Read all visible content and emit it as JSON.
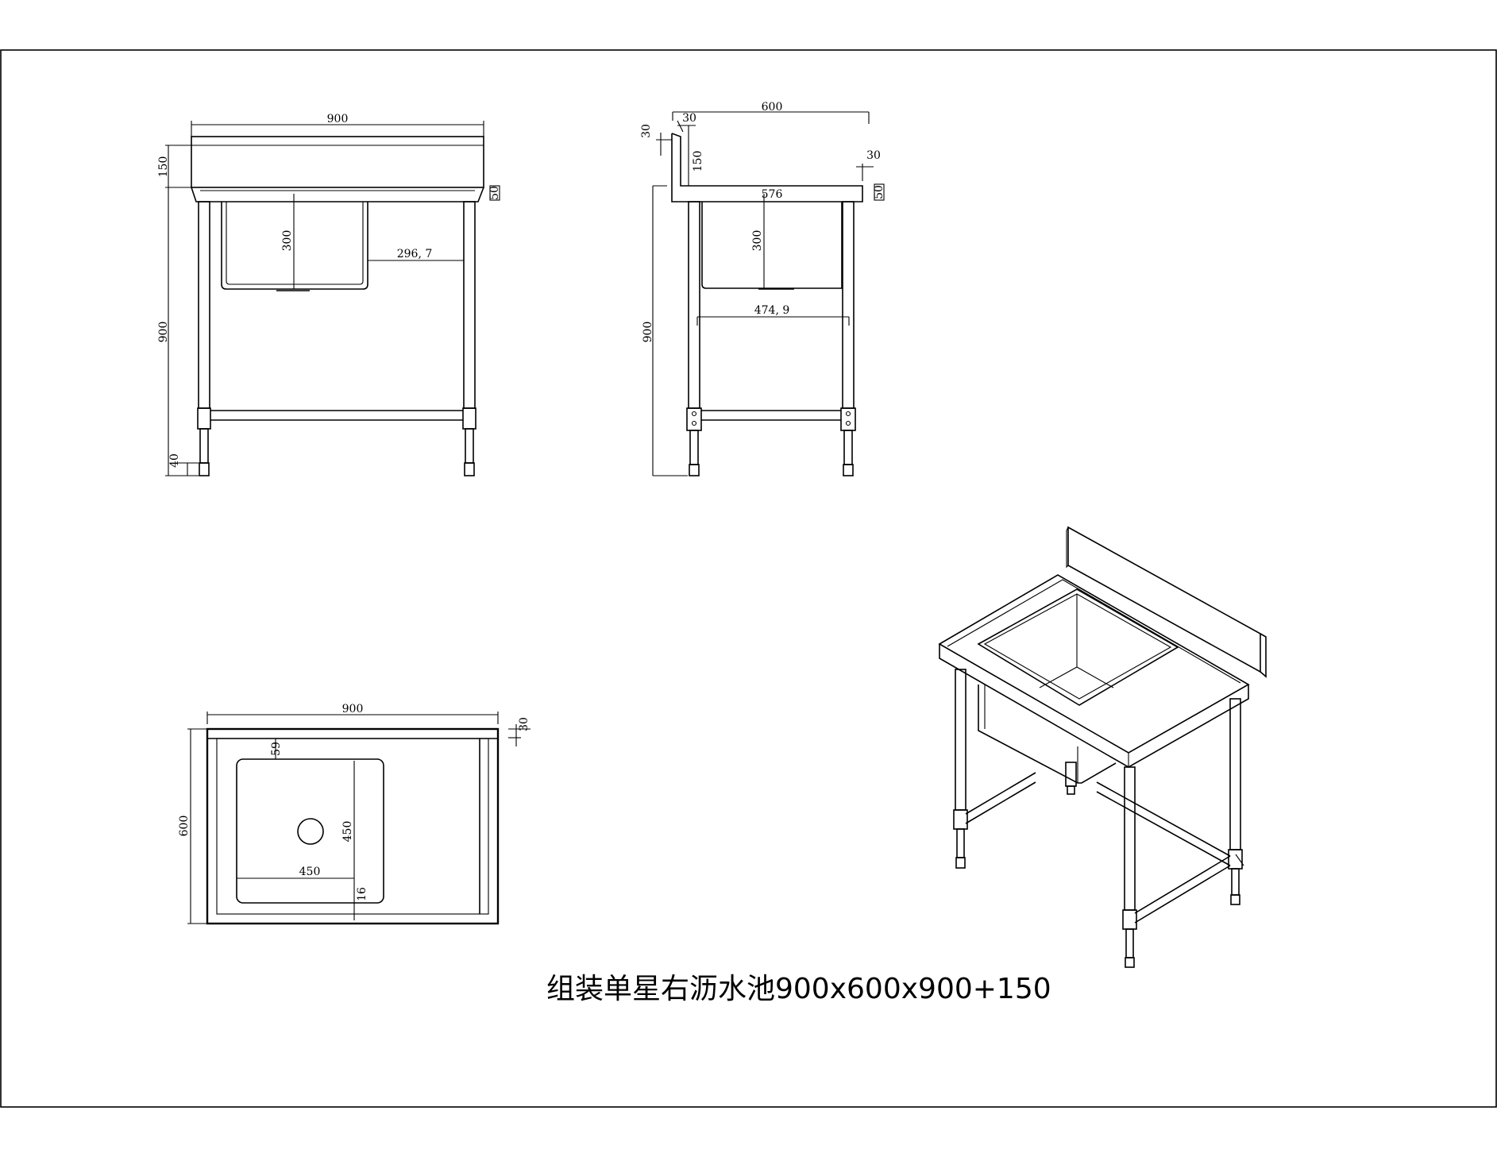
{
  "title": "组装单星右沥水池900x600x900+150",
  "front_view": {
    "width": "900",
    "backsplash": "150",
    "height": "900",
    "foot": "40",
    "sink_depth": "300",
    "edge": "50",
    "offset": "296, 7"
  },
  "side_view": {
    "depth": "600",
    "top_gap": "30",
    "top_lip": "30",
    "backsplash": "150",
    "front_lip": "30",
    "edge": "50",
    "inner": "576",
    "sink_depth": "300",
    "rail": "474, 9",
    "height": "900"
  },
  "top_view": {
    "width": "900",
    "depth": "600",
    "lip": "30",
    "gap": "59",
    "bowl_w": "450",
    "bowl_h": "450",
    "bottom_gap": "16"
  }
}
